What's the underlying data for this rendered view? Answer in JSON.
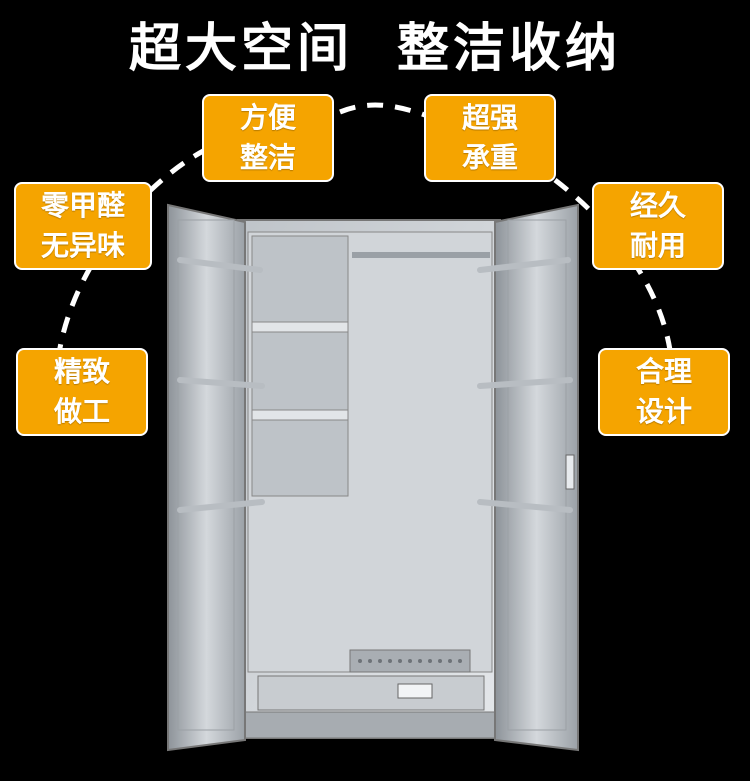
{
  "headline": "超大空间 整洁收纳",
  "tags": [
    {
      "line1": "方便",
      "line2": "整洁"
    },
    {
      "line1": "超强",
      "line2": "承重"
    },
    {
      "line1": "零甲醛",
      "line2": "无异味"
    },
    {
      "line1": "经久",
      "line2": "耐用"
    },
    {
      "line1": "精致",
      "line2": "做工"
    },
    {
      "line1": "合理",
      "line2": "设计"
    }
  ],
  "colors": {
    "accent": "#f5a400",
    "background": "#000000",
    "steel": "#b9bec4"
  }
}
